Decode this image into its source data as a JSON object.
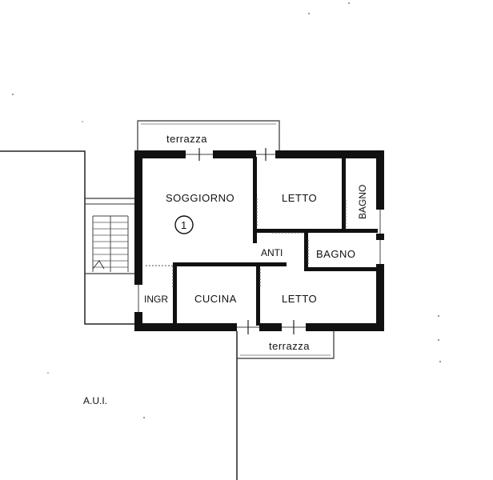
{
  "rooms": {
    "terrace_top": "terrazza",
    "living": "SOGGIORNO",
    "living_unit": "1",
    "bedroom_top": "LETTO",
    "bath_side": "BAGNO",
    "anteroom": "ANTI",
    "bath": "BAGNO",
    "entrance": "INGR",
    "kitchen": "CUCINA",
    "bedroom_bottom": "LETTO",
    "terrace_bottom": "terrazza"
  },
  "note": "A.U.I."
}
